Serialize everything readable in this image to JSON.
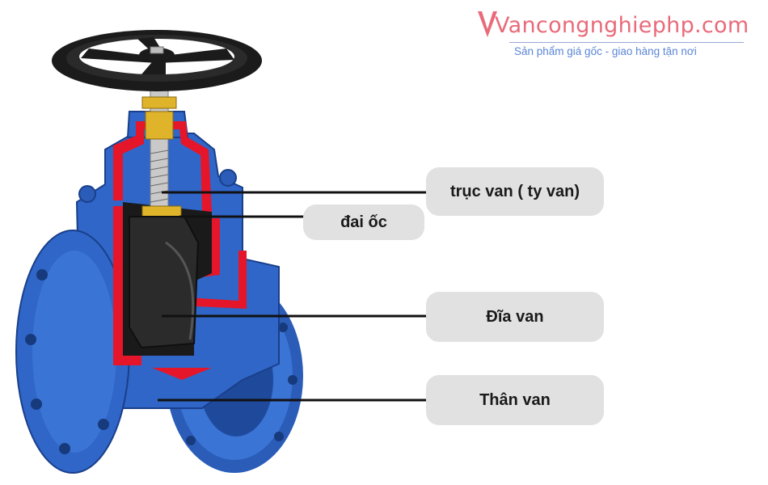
{
  "brand": {
    "name": "Vancongnghiephp.com",
    "slogan": "Sản phẩm giá gốc - giao hàng tận nơi",
    "primary_color": "#e96a7a",
    "slogan_color": "#5a86d6"
  },
  "colors": {
    "valve_body": "#2f66c8",
    "valve_dark": "#1a3f8a",
    "section_cut": "#e5162a",
    "handwheel": "#1b1b1b",
    "brass": "#e0b42a",
    "callout_bg": "#e1e1e1"
  },
  "callouts": [
    {
      "id": "stem",
      "label": "trục van ( ty van)"
    },
    {
      "id": "nut",
      "label": "đai ốc"
    },
    {
      "id": "disc",
      "label": "Đĩa van"
    },
    {
      "id": "body",
      "label": "Thân van"
    }
  ]
}
